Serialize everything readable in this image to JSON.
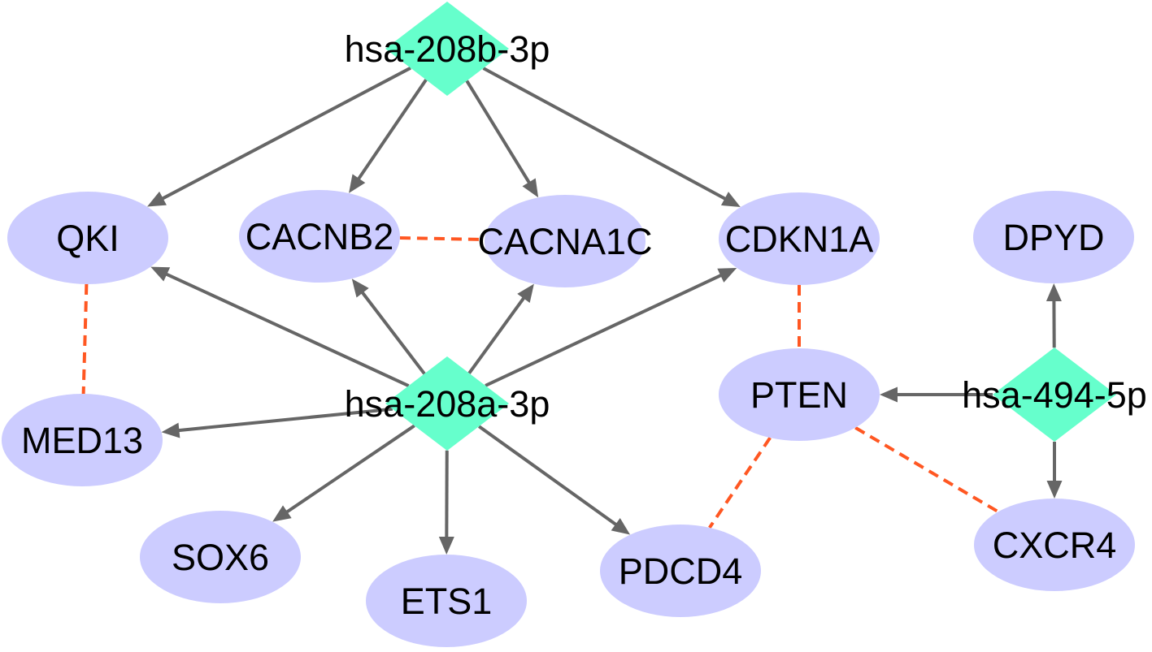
{
  "mirna_nodes": [
    "hsa-208b-3p",
    "hsa-208a-3p",
    "hsa-494-5p"
  ],
  "gene_nodes": [
    "QKI",
    "CACNB2",
    "CACNA1C",
    "CDKN1A",
    "DPYD",
    "MED13",
    "PTEN",
    "SOX6",
    "ETS1",
    "PDCD4",
    "CXCR4"
  ],
  "arrows": [
    {
      "from": "hsa-208b-3p",
      "to": "QKI"
    },
    {
      "from": "hsa-208b-3p",
      "to": "CACNB2"
    },
    {
      "from": "hsa-208b-3p",
      "to": "CACNA1C"
    },
    {
      "from": "hsa-208b-3p",
      "to": "CDKN1A"
    },
    {
      "from": "hsa-208a-3p",
      "to": "QKI"
    },
    {
      "from": "hsa-208a-3p",
      "to": "CACNB2"
    },
    {
      "from": "hsa-208a-3p",
      "to": "CACNA1C"
    },
    {
      "from": "hsa-208a-3p",
      "to": "CDKN1A"
    },
    {
      "from": "hsa-208a-3p",
      "to": "MED13"
    },
    {
      "from": "hsa-208a-3p",
      "to": "SOX6"
    },
    {
      "from": "hsa-208a-3p",
      "to": "ETS1"
    },
    {
      "from": "hsa-208a-3p",
      "to": "PDCD4"
    },
    {
      "from": "hsa-494-5p",
      "to": "DPYD"
    },
    {
      "from": "hsa-494-5p",
      "to": "PTEN"
    },
    {
      "from": "hsa-494-5p",
      "to": "CXCR4"
    }
  ],
  "dashed_links": [
    {
      "from": "QKI",
      "to": "MED13"
    },
    {
      "from": "CACNB2",
      "to": "CACNA1C"
    },
    {
      "from": "CDKN1A",
      "to": "PTEN"
    },
    {
      "from": "PTEN",
      "to": "PDCD4"
    },
    {
      "from": "PTEN",
      "to": "CXCR4"
    }
  ],
  "colors": {
    "mirna_fill": "#66FFCC",
    "gene_fill": "#CCCCFF",
    "arrow": "#666666",
    "dashed_link": "#FF5722",
    "label": "#000000",
    "background": "#FFFFFF"
  }
}
